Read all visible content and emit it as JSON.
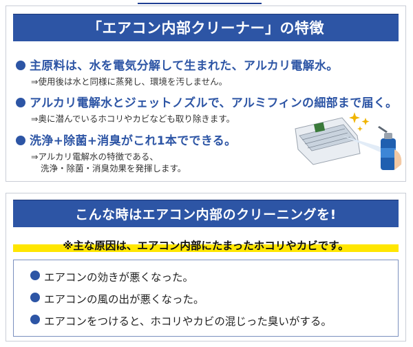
{
  "features": {
    "heading": "「エアコン内部クリーナー」の特徴",
    "items": [
      {
        "title": "主原料は、水を電気分解して生まれた、アルカリ電解水。",
        "note_lines": [
          "⇒使用後は水と同様に蒸発し、環境を汚しません。"
        ]
      },
      {
        "title": "アルカリ電解水とジェットノズルで、アルミフィンの細部まで届く。",
        "note_lines": [
          "⇒奥に潜んでいるホコリやカビなども取り除きます。"
        ]
      },
      {
        "title": "洗浄+除菌+消臭がこれ1本でできる。",
        "note_lines": [
          "⇒アルカリ電解水の特徴である、",
          "洗浄・除菌・消臭効果を発揮します。"
        ]
      }
    ]
  },
  "symptoms": {
    "heading": "こんな時はエアコン内部のクリーニングを!",
    "cause": "※主な原因は、エアコン内部にたまったホコリやカビです。",
    "items": [
      "エアコンの効きが悪くなった。",
      "エアコンの風の出が悪くなった。",
      "エアコンをつけると、ホコリやカビの混じった臭いがする。"
    ]
  },
  "colors": {
    "brand_blue": "#2d55a5",
    "highlight_yellow": "#ffe600"
  },
  "icons": {
    "bullet": "filled-circle",
    "illustration": "air-conditioner-spray-icon"
  }
}
